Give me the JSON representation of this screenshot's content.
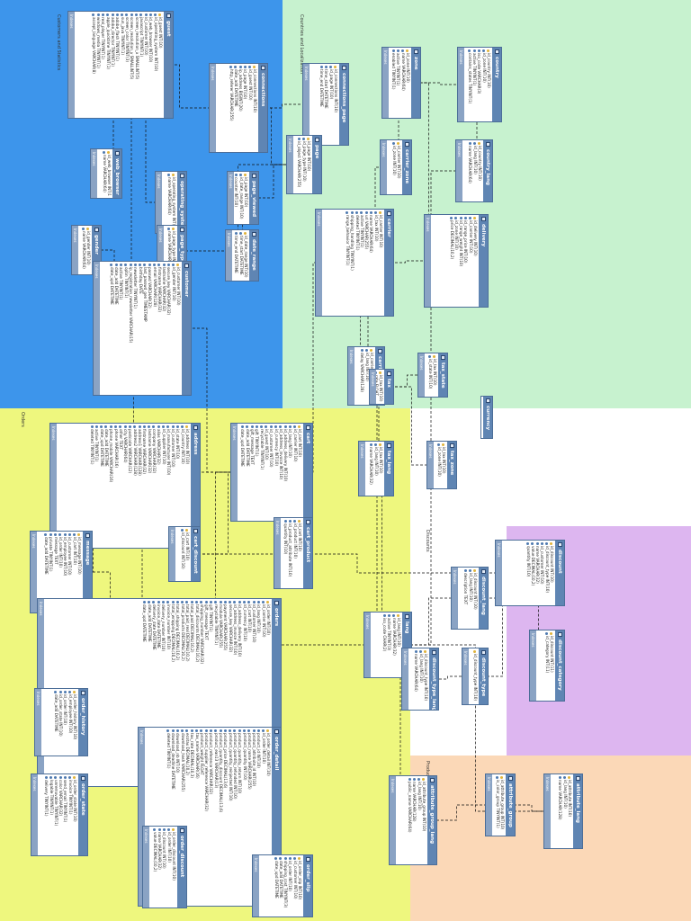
{
  "colors": {
    "green": "#c7f2cf",
    "blue": "#3d95eb",
    "yellow": "#eef77e",
    "purple": "#ddb6f0",
    "orange": "#fbd8b7",
    "white": "#ffffff",
    "header": "#5f85b3",
    "footer": "#8aa3c4"
  },
  "regions": [
    {
      "id": "customers",
      "label": "Customers and Statistics"
    },
    {
      "id": "countries",
      "label": "Countries and Localization"
    },
    {
      "id": "orders",
      "label": "Orders"
    },
    {
      "id": "discounts",
      "label": "Discounts"
    },
    {
      "id": "products",
      "label": "Products"
    }
  ],
  "footer_label": "Indexes",
  "tables": [
    {
      "name": "guest",
      "fields": [
        "id_guest INT(10)",
        "id_operating_system INT(10)",
        "id_web_browser INT(10)",
        "id_customer INT(10)",
        "javascript TINYINT(1)",
        "screen_resolution_x SMALLINT(5)",
        "screen_resolution_y SMALLINT(5)",
        "screen_color TINYINT(3)",
        "sun_java TINYINT(1)",
        "adobe_flash TINYINT(1)",
        "adobe_director TINYINT(1)",
        "apple_quicktime TINYINT(1)",
        "real_player TINYINT(1)",
        "windows_media TINYINT(1)",
        "accept_language VARCHAR(8)"
      ]
    },
    {
      "name": "connections",
      "fields": [
        "id_connections INT(10)",
        "id_guest INT(10)",
        "id_page INT(10)",
        "ip_address BIGINT(20)",
        "date_add DATETIME",
        "http_referer VARCHAR(255)"
      ]
    },
    {
      "name": "connections_page",
      "fields": [
        "id_connections INT(10)",
        "id_page INT(10)",
        "time_start DATETIME",
        "time_end DATETIME"
      ]
    },
    {
      "name": "zone",
      "fields": [
        "id_zone INT(10)",
        "name VARCHAR(64)",
        "active TINYINT(1)",
        "enabled TINYINT(1)"
      ]
    },
    {
      "name": "country",
      "fields": [
        "id_country INT(10)",
        "id_zone INT(10)",
        "iso_code VARCHAR(3)",
        "active TINYINT(1)",
        "contains_states TINYINT(1)"
      ]
    },
    {
      "name": "web_browser",
      "fields": [
        "id_web_browser INT(10)",
        "name VARCHAR(64)"
      ]
    },
    {
      "name": "operating_system",
      "fields": [
        "id_operating_system INT(10)",
        "name VARCHAR(64)"
      ]
    },
    {
      "name": "page_viewed",
      "fields": [
        "id_page INT(10)",
        "id_date_range INT(10)",
        "counter INT(10)"
      ]
    },
    {
      "name": "page",
      "fields": [
        "id_page INT(10)",
        "id_page_type INT(10)",
        "id_object VARCHAR(255)"
      ]
    },
    {
      "name": "carrier_zone",
      "fields": [
        "id_carrier INT(10)",
        "id_zone INT(10)"
      ]
    },
    {
      "name": "country_lang",
      "fields": [
        "id_country INT(10)",
        "id_lang INT(10)",
        "name VARCHAR(64)"
      ]
    },
    {
      "name": "gender",
      "fields": [
        "id_gender INT(10)",
        "name VARCHAR(64)"
      ]
    },
    {
      "name": "page_type",
      "fields": [
        "id_page_type INT(10)",
        "name VARCHAR(255)"
      ]
    },
    {
      "name": "date_range",
      "fields": [
        "id_date_range INT(10)",
        "time_start DATETIME",
        "time_end DATETIME"
      ]
    },
    {
      "name": "customer",
      "fields": [
        "id_customer INT(10)",
        "id_gender INT(10)",
        "secure_key VARCHAR(32)",
        "lastname VARCHAR(32)",
        "firstname VARCHAR(32)",
        "email VARCHAR(128)",
        "passwd VARCHAR(32)",
        "last_passwd_gen TIMESTAMP",
        "birthday DATE",
        "newsletter TINYINT(1)",
        "ip_registration_newsletter VARCHAR(15)",
        "optin TINYINT(1)",
        "active TINYINT(1)",
        "date_add DATETIME",
        "date_upd DATETIME"
      ]
    },
    {
      "name": "carrier",
      "fields": [
        "id_carrier INT(10)",
        "id_tax INT(10)",
        "name VARCHAR(64)",
        "url VARCHAR(255)",
        "active TINYINT(1)",
        "deleted TINYINT(1)",
        "shipping_handling TINYINT(1)",
        "range_behavior TINYINT(1)"
      ]
    },
    {
      "name": "delivery",
      "fields": [
        "id_delivery INT(10)",
        "id_carrier INT(10)",
        "id_range_price INT(10)",
        "id_range_weight INT(10)",
        "id_zone INT(10)",
        "price DECIMAL(10,2)"
      ]
    },
    {
      "name": "carrier_lang",
      "fields": [
        "id_carrier INT(10)",
        "id_lang INT(10)",
        "delay VARCHAR(128)"
      ]
    },
    {
      "name": "tax_state",
      "fields": [
        "id_tax INT(10)",
        "id_state INT(10)"
      ]
    },
    {
      "name": "tax",
      "fields": [
        "id_tax INT(10)",
        "rate FLOAT"
      ]
    },
    {
      "name": "currency",
      "fields": []
    },
    {
      "name": "tax_lang",
      "fields": [
        "id_tax INT(10)",
        "id_lang INT(10)",
        "name VARCHAR(32)"
      ]
    },
    {
      "name": "tax_zone",
      "fields": [
        "id_tax INT(10)",
        "id_zone INT(10)"
      ]
    },
    {
      "name": "cart",
      "fields": [
        "id_cart INT(10)",
        "id_carrier INT(10)",
        "id_lang INT(10)",
        "id_address_delivery INT(10)",
        "id_address_invoice INT(10)",
        "id_currency INT(10)",
        "id_customer INT(10)",
        "id_guest INT(10)",
        "recyclable TINYINT(1)",
        "gift TINYINT(1)",
        "gift_message TEXT",
        "date_add DATETIME",
        "date_upd DATETIME"
      ]
    },
    {
      "name": "address",
      "fields": [
        "id_address INT(10)",
        "id_country INT(10)",
        "id_state INT(10)",
        "id_customer INT(10)",
        "id_manufacturer INT(10)",
        "id_supplier INT(10)",
        "alias VARCHAR(32)",
        "company VARCHAR(32)",
        "lastname VARCHAR(32)",
        "firstname VARCHAR(32)",
        "address1 VARCHAR(128)",
        "address2 VARCHAR(128)",
        "postcode VARCHAR(12)",
        "city VARCHAR(64)",
        "other TEXT",
        "phone VARCHAR(16)",
        "phone_mobile VARCHAR(16)",
        "date_add DATETIME",
        "date_upd DATETIME",
        "active TINYINT(1)",
        "deleted TINYINT(1)"
      ]
    },
    {
      "name": "cart_product",
      "fields": [
        "id_cart INT(10)",
        "id_product INT(10)",
        "id_product_attribute INT(10)",
        "quantity INT(10)"
      ]
    },
    {
      "name": "cart_discount",
      "fields": [
        "id_cart INT(10)",
        "id_discount INT(10)"
      ]
    },
    {
      "name": "message",
      "fields": [
        "id_message INT(10)",
        "id_cart INT(10)",
        "id_customer INT(10)",
        "id_employee INT(10)",
        "id_order INT(10)",
        "message TEXT",
        "private TINYINT(1)",
        "date_add DATETIME"
      ]
    },
    {
      "name": "discount",
      "fields": [
        "id_discount INT(10)",
        "id_discount_type INT(10)",
        "id_customer INT(10)",
        "name VARCHAR(32)",
        "value DECIMAL(10,2)",
        "quantity INT(10)"
      ]
    },
    {
      "name": "discount_lang",
      "fields": [
        "id_discount INT(10)",
        "id_lang INT(10)",
        "description TEXT"
      ]
    },
    {
      "name": "lang",
      "fields": [
        "id_lang INT(10)",
        "name VARCHAR(32)",
        "active TINYINT(3)",
        "iso_code CHAR(2)"
      ]
    },
    {
      "name": "orders",
      "fields": [
        "id_order INT(10)",
        "id_carrier INT(10)",
        "id_lang INT(10)",
        "id_customer INT(10)",
        "id_cart INT(10)",
        "id_currency INT(10)",
        "id_address_delivery INT(10)",
        "id_address_invoice INT(10)",
        "secure_key VARCHAR(32)",
        "payment VARCHAR(255)",
        "module VARCHAR(255)",
        "recyclable TINYINT(1)",
        "gift TINYINT(1)",
        "gift_message TEXT",
        "shipping_number VARCHAR(32)",
        "total_discounts DECIMAL(10,2)",
        "total_paid DECIMAL(10,2)",
        "total_paid_real DECIMAL(10,2)",
        "total_products DECIMAL(10,2)",
        "total_shipping DECIMAL(10,2)",
        "total_wrapping DECIMAL(10,2)",
        "invoice_number INT(10)",
        "delivery_number INT(10)",
        "invoice_date DATETIME",
        "delivery_date DATETIME",
        "date_add DATETIME",
        "date_upd DATETIME"
      ]
    },
    {
      "name": "discount_category",
      "fields": [
        "id_discount INT(11)",
        "id_category INT(11)"
      ]
    },
    {
      "name": "discount_type",
      "fields": [
        "id_discount_type INT(10)"
      ]
    },
    {
      "name": "discount_type_lang",
      "fields": [
        "id_discount_type INT(10)",
        "id_lang INT(10)",
        "name VARCHAR(64)"
      ]
    },
    {
      "name": "order_history",
      "fields": [
        "id_order_history INT(10)",
        "id_employee INT(10)",
        "id_order INT(10)",
        "id_order_state INT(10)",
        "date_add DATETIME"
      ]
    },
    {
      "name": "order_detail",
      "fields": [
        "id_order_detail INT(10)",
        "id_order INT(10)",
        "product_id INT(10)",
        "product_attribute_id INT(10)",
        "product_name VARCHAR(255)",
        "product_quantity INT(10)",
        "product_quantity_return INT(10)",
        "product_quantity_refunded INT(10)",
        "product_quantity_reinjected INT(10)",
        "product_price DECIMAL(13,6)",
        "product_quantity_discount DECIMAL(13,6)",
        "product_ean13 VARCHAR(13)",
        "product_reference VARCHAR(32)",
        "product_supplier_reference VARCHAR(32)",
        "product_weight FLOAT",
        "tax_name VARCHAR(16)",
        "tax_rate DECIMAL(10,3)",
        "ecotax DECIMAL(10,2)",
        "download_hash VARCHAR(255)",
        "download_nb INT(10)",
        "download_deadline DATETIME",
        "deleted TINYINT(1)"
      ]
    },
    {
      "name": "order_state",
      "fields": [
        "id_order_state INT(10)",
        "invoice TINYINT(1)",
        "send_email TINYINT(1)",
        "color VARCHAR(32)",
        "unremovable TINYINT(1)",
        "logable TINYINT(1)",
        "delivery TINYINT(1)"
      ]
    },
    {
      "name": "attribute_group_lang",
      "fields": [
        "id_attribute_group INT(10)",
        "id_lang INT(10)",
        "name VARCHAR(128)",
        "public_name VARCHAR(64)"
      ]
    },
    {
      "name": "attribute_group",
      "fields": [
        "id_attribute_group INT(10)",
        "is_color_group TINYINT(1)"
      ]
    },
    {
      "name": "attribute_lang",
      "fields": [
        "id_attribute INT(10)",
        "id_lang INT(10)",
        "name VARCHAR(128)"
      ]
    },
    {
      "name": "order_discount",
      "fields": [
        "id_order_discount INT(10)",
        "id_order INT(10)",
        "id_discount INT(10)",
        "name VARCHAR(32)",
        "value DECIMAL(10,2)"
      ]
    },
    {
      "name": "order_slip",
      "fields": [
        "id_order_slip INT(10)",
        "id_customer INT(10)",
        "id_order INT(10)",
        "shipping_cost TINYINT(3)",
        "date_add DATETIME",
        "date_upd DATETIME"
      ]
    }
  ]
}
